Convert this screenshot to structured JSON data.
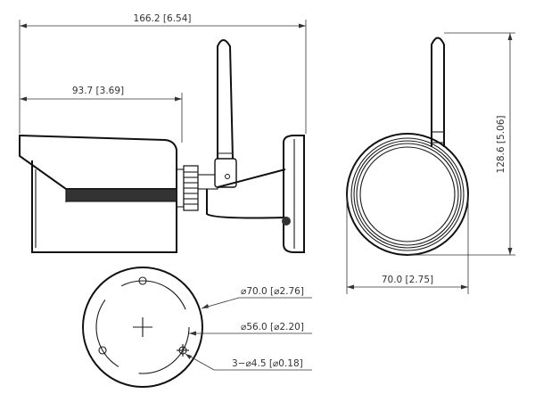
{
  "dimensions": {
    "overall_length": "166.2 [6.54]",
    "body_length": "93.7 [3.69]",
    "height": "128.6 [5.06]",
    "width": "70.0 [2.75]",
    "mount_outer_diameter": "⌀70.0 [⌀2.76]",
    "mount_hole_circle_diameter": "⌀56.0 [⌀2.20]",
    "mount_holes": "3−⌀4.5 [⌀0.18]"
  },
  "colors": {
    "line": "#1a1a1a",
    "dimension": "#333333",
    "background": "#ffffff"
  }
}
